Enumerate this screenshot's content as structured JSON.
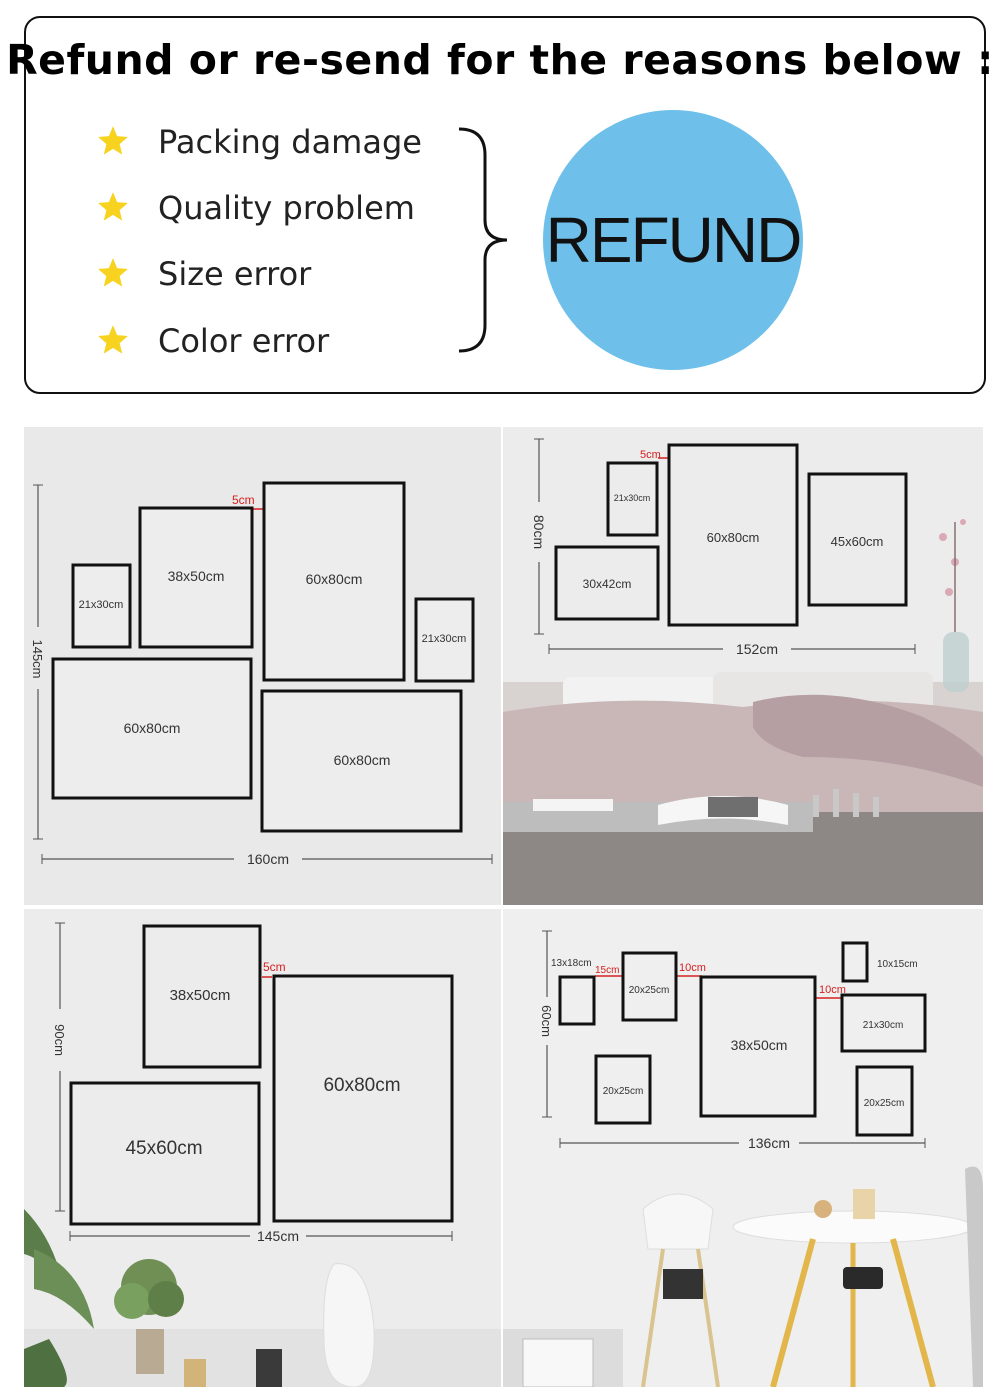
{
  "headline": "Refund or re-send for the reasons below :",
  "reasons": [
    "Packing damage",
    "Quality problem",
    "Size error",
    "Color error"
  ],
  "refund_label": "REFUND",
  "colors": {
    "star": "#f7d21e",
    "refund_circle": "#6ec0ea",
    "frame": "#111111",
    "gap_marker": "#d62020"
  },
  "panels": [
    {
      "height_label": "145cm",
      "width_label": "160cm",
      "gap_labels": [
        "5cm"
      ],
      "frames": [
        "21x30cm",
        "38x50cm",
        "60x80cm",
        "21x30cm",
        "60x80cm",
        "60x80cm"
      ]
    },
    {
      "height_label": "80cm",
      "width_label": "152cm",
      "gap_labels": [
        "5cm"
      ],
      "frames": [
        "21x30cm",
        "30x42cm",
        "60x80cm",
        "45x60cm"
      ]
    },
    {
      "height_label": "90cm",
      "width_label": "145cm",
      "gap_labels": [
        "5cm"
      ],
      "frames": [
        "38x50cm",
        "45x60cm",
        "60x80cm"
      ]
    },
    {
      "height_label": "60cm",
      "width_label": "136cm",
      "gap_labels": [
        "15cm",
        "10cm",
        "10cm"
      ],
      "frames": [
        "13x18cm",
        "20x25cm",
        "38x50cm",
        "10x15cm",
        "21x30cm",
        "20x25cm",
        "20x25cm"
      ]
    }
  ]
}
